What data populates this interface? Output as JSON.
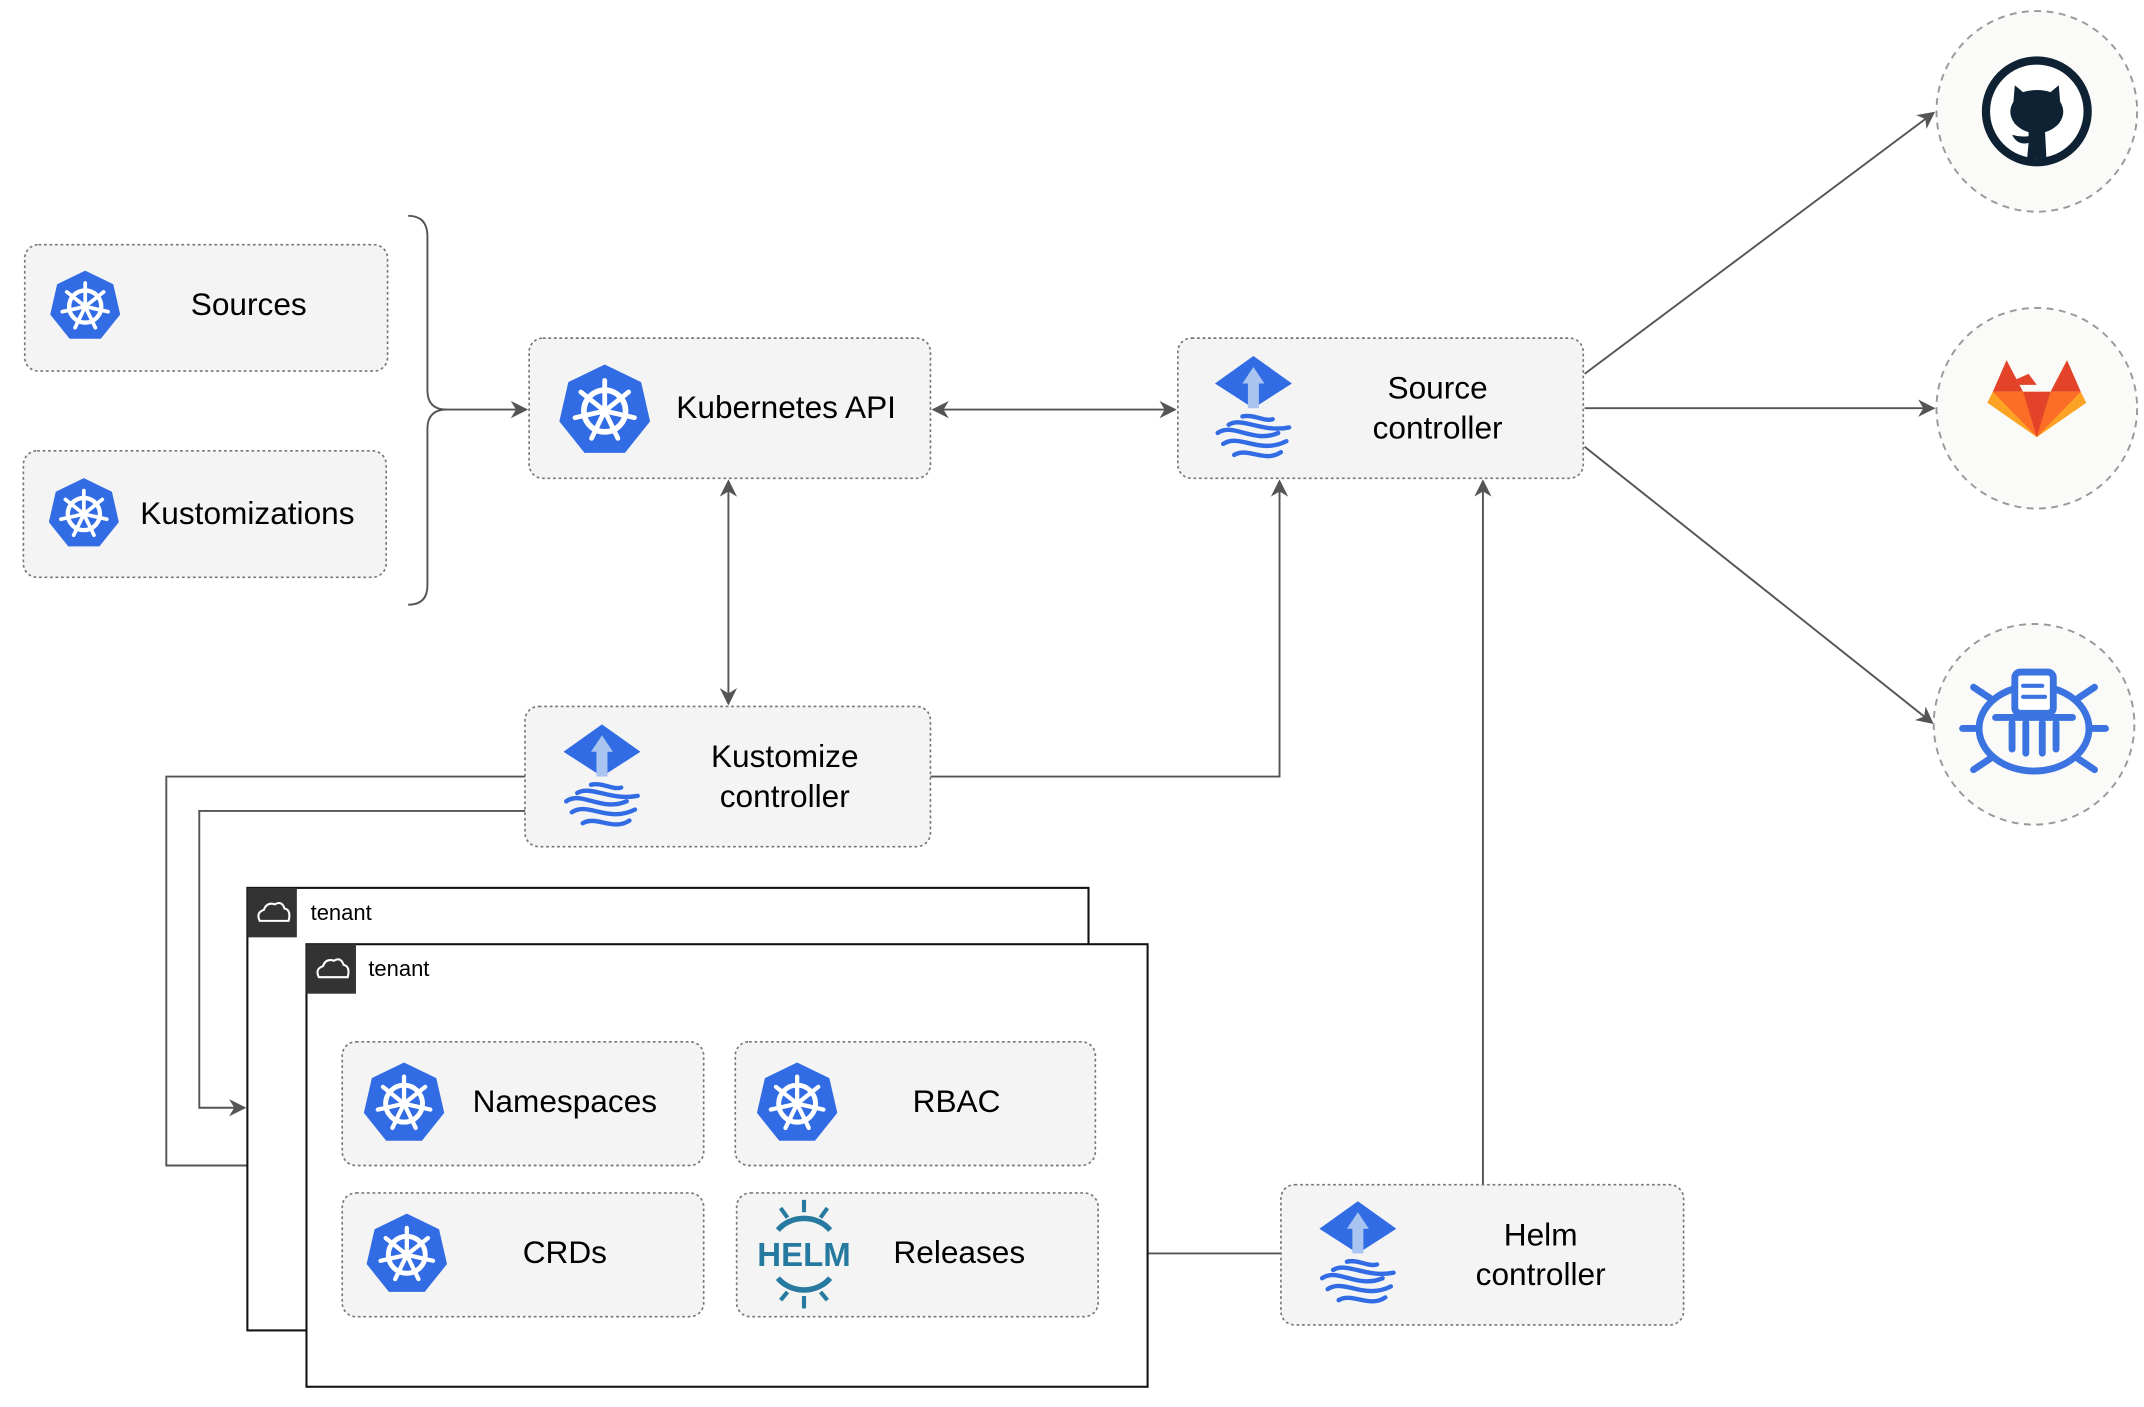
{
  "nodes": {
    "sources": "Sources",
    "kustomizations": "Kustomizations",
    "kubernetes_api": "Kubernetes API",
    "source_controller": [
      "Source",
      "controller"
    ],
    "kustomize_controller": [
      "Kustomize",
      "controller"
    ],
    "helm_controller": [
      "Helm",
      "controller"
    ],
    "namespaces": "Namespaces",
    "rbac": "RBAC",
    "crds": "CRDs",
    "releases": "Releases"
  },
  "tenants": [
    {
      "label": "tenant"
    },
    {
      "label": "tenant"
    }
  ],
  "helm_logo_text": "HELM",
  "external_sources": [
    {
      "icon": "github-icon"
    },
    {
      "icon": "gitlab-icon"
    },
    {
      "icon": "bucket-icon"
    }
  ],
  "colors": {
    "kubernetes_blue": "#326ce5",
    "gitlab_orange": "#e24329",
    "helm_blue": "#277a9f",
    "github_dark": "#0f2233"
  }
}
